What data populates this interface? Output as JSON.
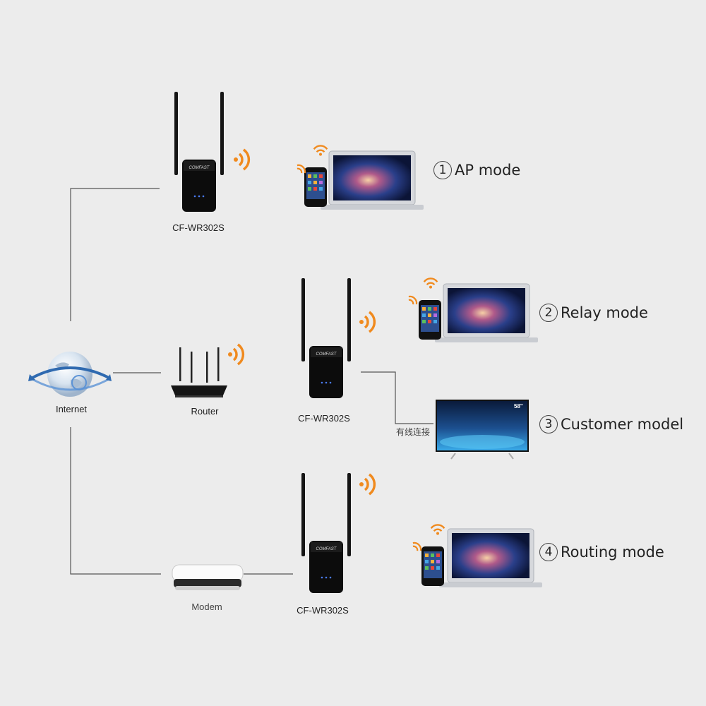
{
  "devices": {
    "internet_label": "Internet",
    "router_label": "Router",
    "modem_label": "Modem",
    "extender_label_1": "CF-WR302S",
    "extender_label_2": "CF-WR302S",
    "extender_label_3": "CF-WR302S",
    "extender_brand": "COMFAST",
    "wired_label": "有线连接",
    "tv_size": "58\""
  },
  "modes": [
    {
      "number": "1",
      "label": "AP mode"
    },
    {
      "number": "2",
      "label": "Relay mode"
    },
    {
      "number": "3",
      "label": "Customer model"
    },
    {
      "number": "4",
      "label": "Routing mode"
    }
  ],
  "colors": {
    "background": "#ececec",
    "wifi_orange": "#f08a1e",
    "device_black": "#111111",
    "line_gray": "#555555"
  },
  "icons": [
    "globe-icon",
    "router-icon",
    "modem-icon",
    "extender-icon",
    "laptop-icon",
    "phone-icon",
    "tv-icon",
    "wifi-signal-icon"
  ]
}
